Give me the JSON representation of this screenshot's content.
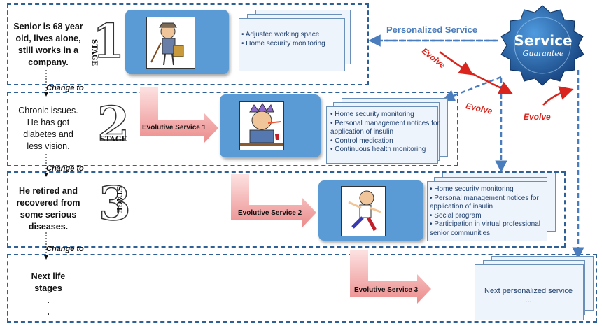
{
  "stages": [
    {
      "life_lines": [
        "Senior is 68 year",
        "old, lives alone,",
        "still works in a",
        "company."
      ],
      "stage_word": "STAGE",
      "stage_number": "1",
      "services": [
        "Adjusted working space",
        "Home security monitoring"
      ]
    },
    {
      "life_lines": [
        "Chronic issues.",
        "He has got",
        "diabetes and",
        "less vision."
      ],
      "stage_word": "STAGE",
      "stage_number": "2",
      "services": [
        "Home security monitoring",
        "Personal management notices for application of insulin",
        "Control medication",
        "Continuous health monitoring"
      ]
    },
    {
      "life_lines": [
        "He retired and",
        "recovered from",
        "some serious",
        "diseases."
      ],
      "stage_word": "STAGE",
      "stage_number": "3",
      "services": [
        "Home security monitoring",
        "Personal management notices for application of insulin",
        "Social program",
        "Participation in virtual professional senior communities"
      ]
    },
    {
      "life_lines": [
        "Next life",
        "stages",
        ".",
        "."
      ],
      "services_text": [
        "Next personalized service",
        "..."
      ]
    }
  ],
  "change_label": "Change to",
  "evolutive_labels": [
    "Evolutive Service 1",
    "Evolutive Service 2",
    "Evolutive Service 3"
  ],
  "personalized_service": "Personalized Service",
  "seal_line1": "Service",
  "seal_line2": "Guarantee",
  "evolve_label": "Evolve",
  "colors": {
    "border": "#2e5f95",
    "picture_box": "#5b9bd5",
    "arrow_fill": "#f3a0a0",
    "evolve_red": "#d9251d",
    "seal": "#1f5fa8"
  }
}
